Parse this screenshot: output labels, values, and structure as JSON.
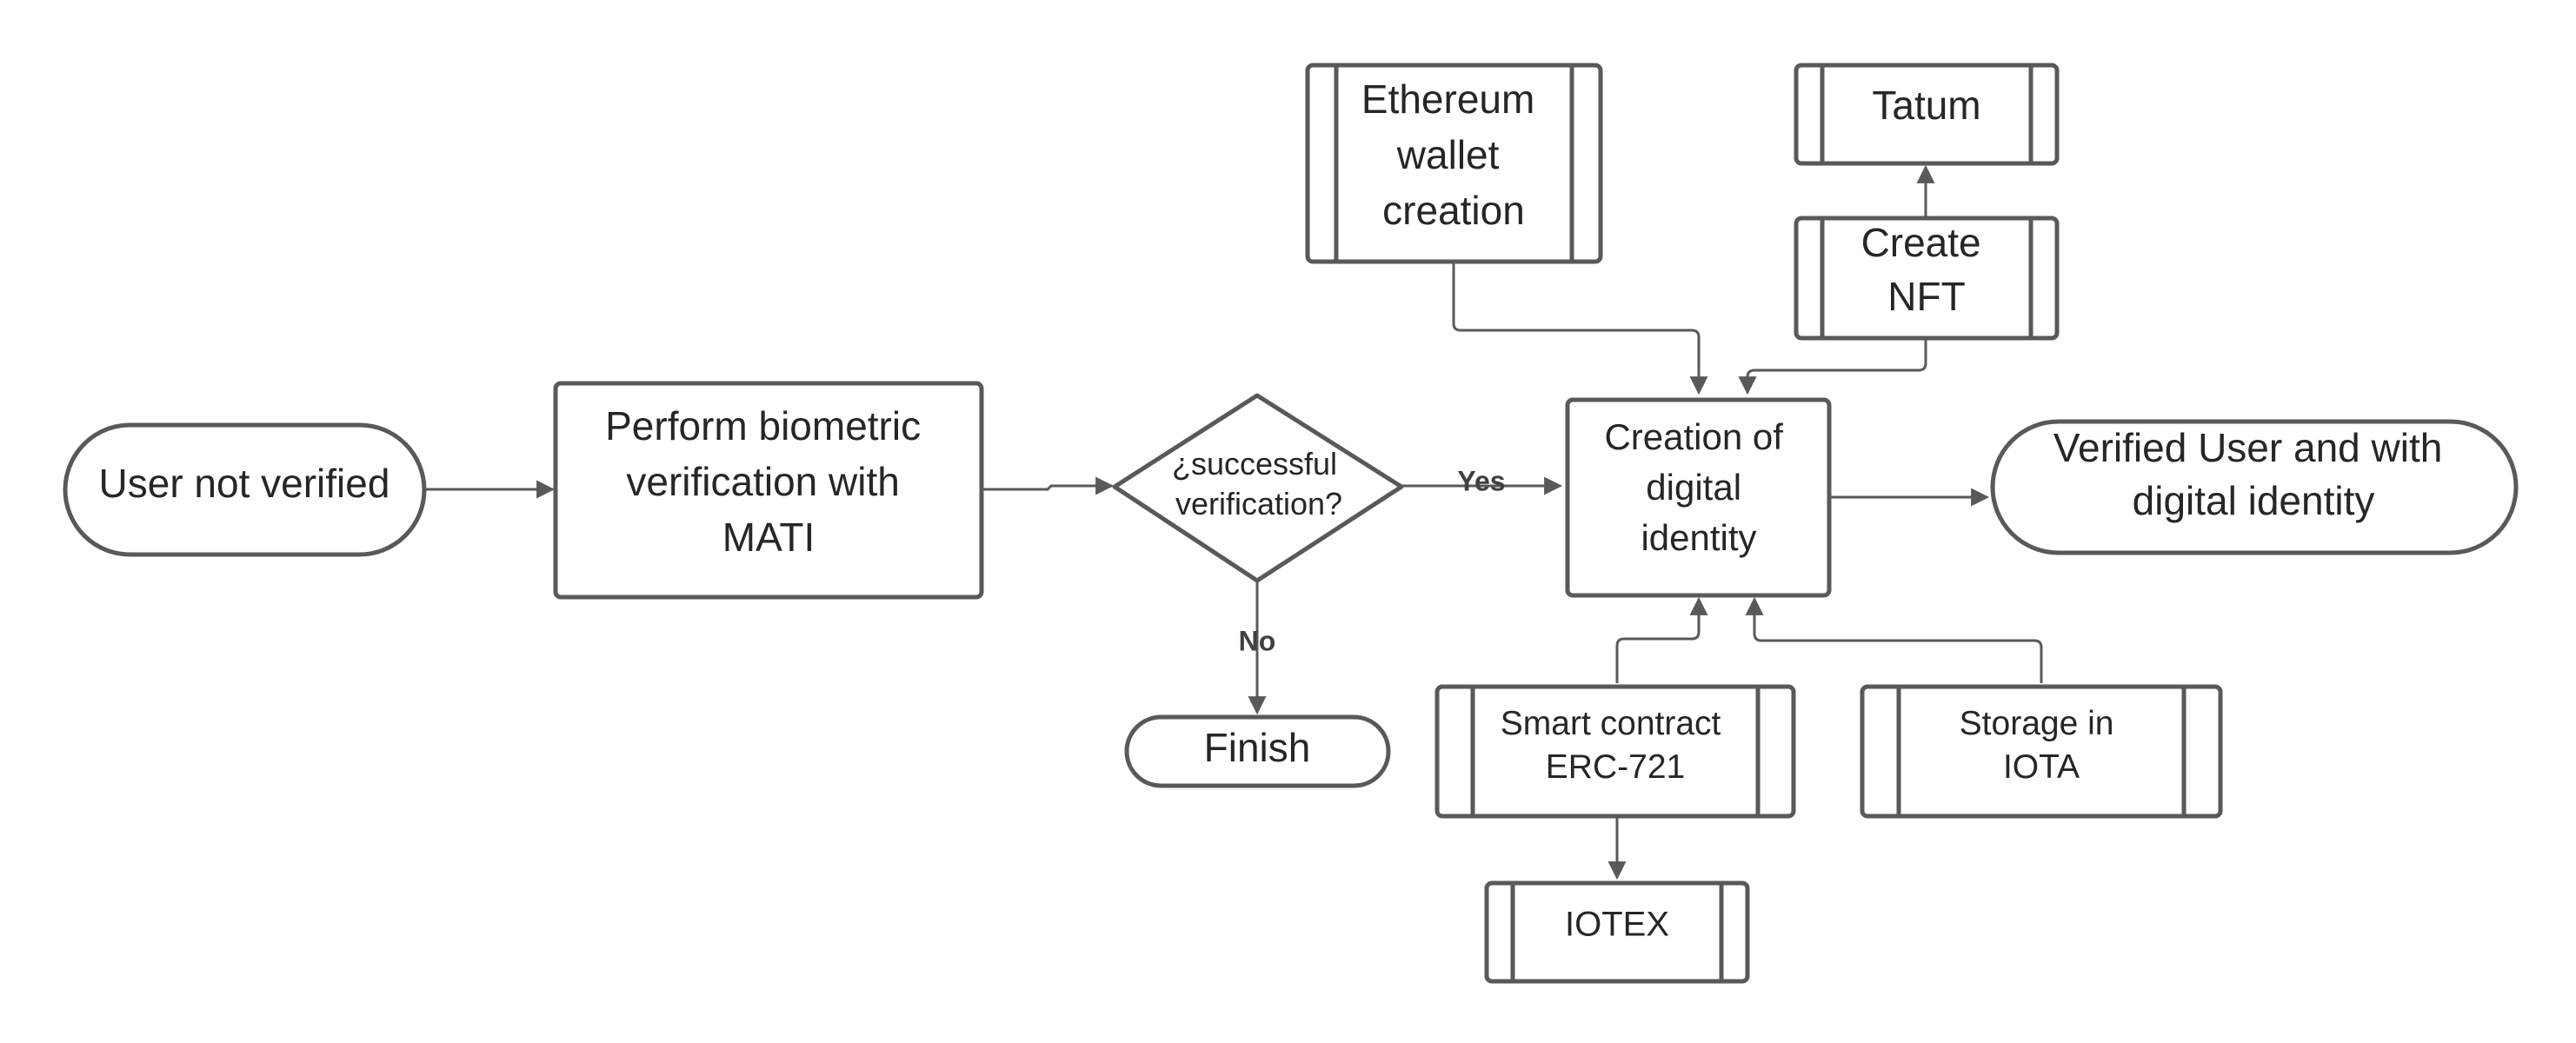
{
  "nodes": {
    "user_not_verified": "User not verified",
    "biometric": [
      "Perform biometric",
      "verification with",
      "MATI"
    ],
    "decision": [
      "¿successful",
      "verification?"
    ],
    "finish": "Finish",
    "ethereum": [
      "Ethereum",
      "wallet",
      "creation"
    ],
    "tatum": "Tatum",
    "create_nft": [
      "Create",
      "NFT"
    ],
    "creation_identity": [
      "Creation of",
      "digital",
      "identity"
    ],
    "verified_user": [
      "Verified User and with",
      "digital identity"
    ],
    "smart_contract": [
      "Smart contract",
      "ERC-721"
    ],
    "storage_iota": [
      "Storage in",
      "IOTA"
    ],
    "iotex": "IOTEX"
  },
  "edges": {
    "yes_label": "Yes",
    "no_label": "No"
  },
  "colors": {
    "stroke": "#595959",
    "text": "#262626",
    "background": "#ffffff"
  }
}
